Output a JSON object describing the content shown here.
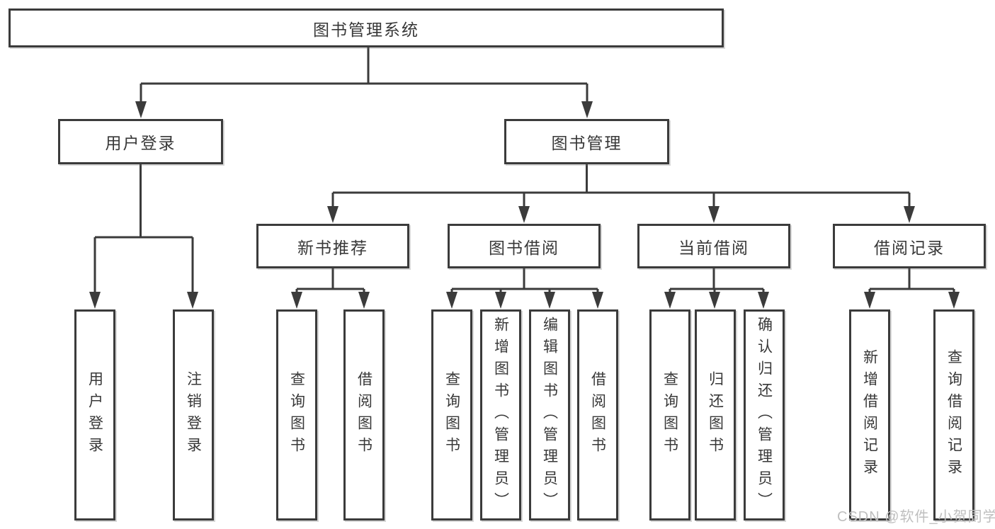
{
  "colors": {
    "line": "#3b3b3b",
    "box_border": "#3b3b3b",
    "text": "#383838",
    "background": "#ffffff",
    "watermark": "#bfbfbf"
  },
  "watermark": {
    "text": "CSDN @软件_小贺同学"
  },
  "tree": {
    "label": "图书管理系统",
    "children": [
      {
        "label": "用户登录",
        "children": [
          {
            "label": "用户登录"
          },
          {
            "label": "注销登录"
          }
        ]
      },
      {
        "label": "图书管理",
        "children": [
          {
            "label": "新书推荐",
            "children": [
              {
                "label": "查询图书"
              },
              {
                "label": "借阅图书"
              }
            ]
          },
          {
            "label": "图书借阅",
            "children": [
              {
                "label": "查询图书"
              },
              {
                "label": "新增图书（管理员）"
              },
              {
                "label": "编辑图书（管理员）"
              },
              {
                "label": "借阅图书"
              }
            ]
          },
          {
            "label": "当前借阅",
            "children": [
              {
                "label": "查询图书"
              },
              {
                "label": "归还图书"
              },
              {
                "label": "确认归还（管理员）"
              }
            ]
          },
          {
            "label": "借阅记录",
            "children": [
              {
                "label": "新增借阅记录"
              },
              {
                "label": "查询借阅记录"
              }
            ]
          }
        ]
      }
    ]
  }
}
